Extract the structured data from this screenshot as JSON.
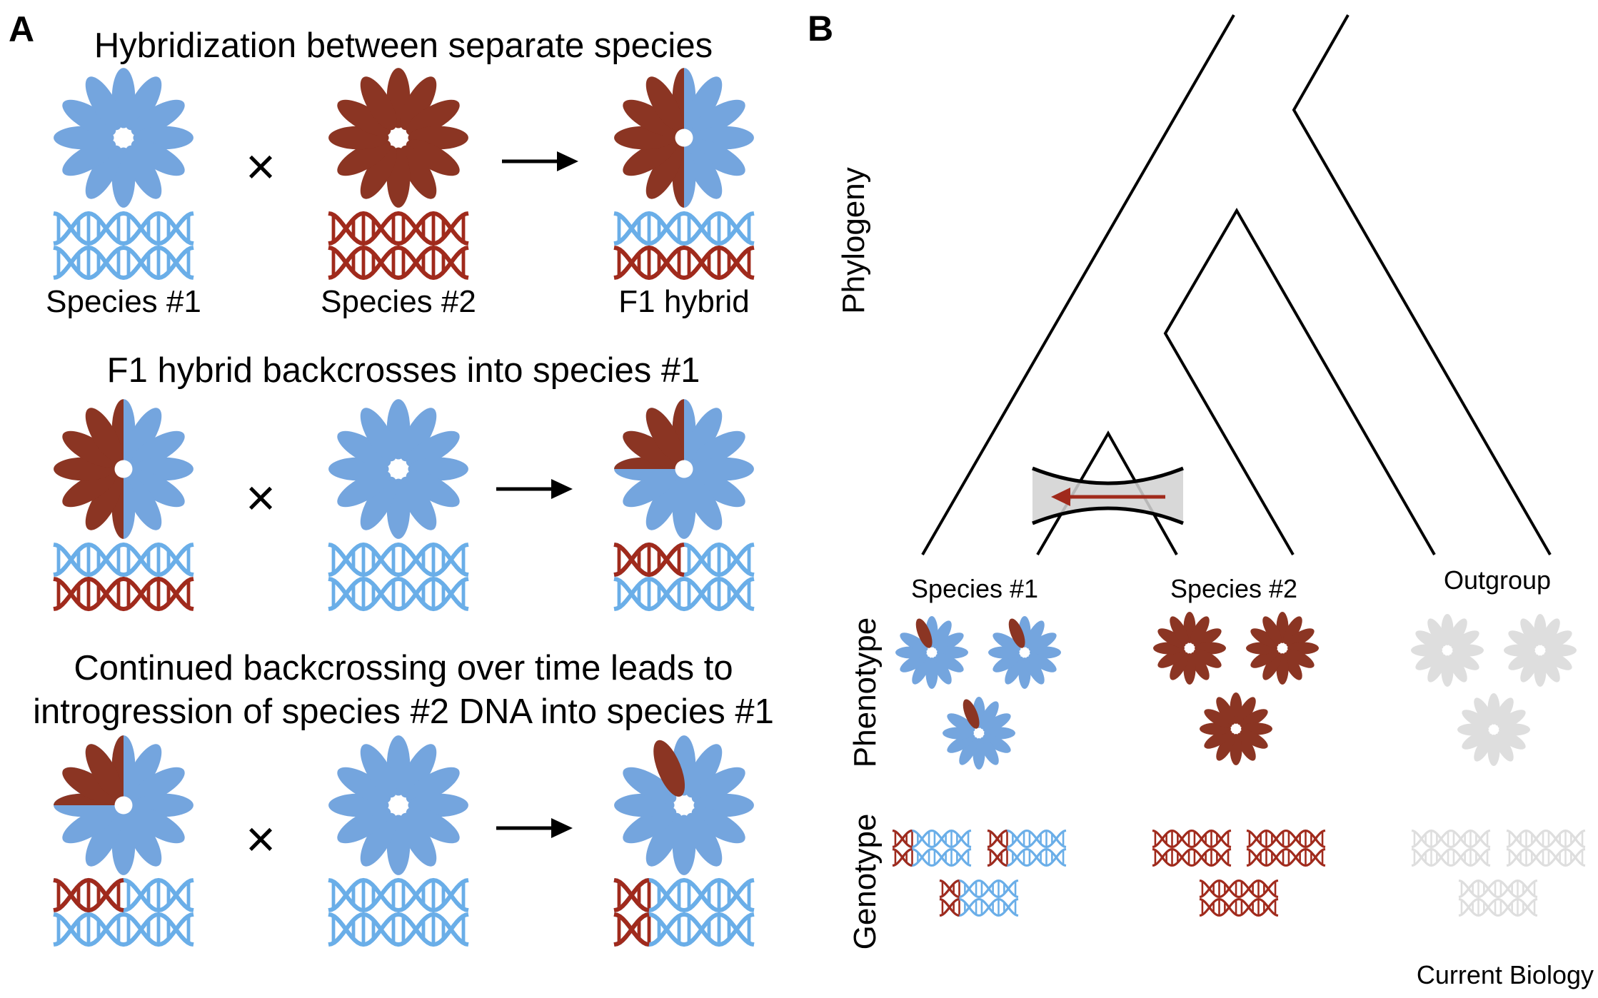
{
  "colors": {
    "species1_flower": "#74A5DE",
    "species2_flower": "#8B3523",
    "outgroup_flower": "#DEDEDE",
    "species1_dna": "#6AAEE8",
    "species2_dna": "#A02A1C",
    "outgroup_dna": "#DEDEDE",
    "gene_flow_band": "#D8D8D8",
    "gene_flow_arrow": "#A02A1C"
  },
  "panel_a": {
    "letter": "A",
    "rows": [
      {
        "heading": [
          "Hybridization between separate species"
        ],
        "operator": "×",
        "left": {
          "label": "Species #1",
          "flower": "species1",
          "dna": [
            "species1",
            "species1"
          ]
        },
        "middle": {
          "label": "Species #2",
          "flower": "species2",
          "dna": [
            "species2",
            "species2"
          ]
        },
        "right": {
          "label": "F1 hybrid",
          "flower": "half",
          "dna": [
            "species1",
            "species2"
          ]
        }
      },
      {
        "heading": [
          "F1 hybrid backcrosses into species #1"
        ],
        "operator": "×",
        "left": {
          "label": "",
          "flower": "half",
          "dna": [
            "species1",
            "species2"
          ]
        },
        "middle": {
          "label": "",
          "flower": "species1",
          "dna": [
            "species1",
            "species1"
          ]
        },
        "right": {
          "label": "",
          "flower": "quarter",
          "dna": [
            "segment-large",
            "species1"
          ]
        }
      },
      {
        "heading": [
          "Continued backcrossing over time leads to",
          "introgression of species #2 DNA into species #1"
        ],
        "operator": "×",
        "left": {
          "label": "",
          "flower": "quarter",
          "dna": [
            "segment-large",
            "species1"
          ]
        },
        "middle": {
          "label": "",
          "flower": "species1",
          "dna": [
            "species1",
            "species1"
          ]
        },
        "right": {
          "label": "",
          "flower": "one-petal",
          "dna": [
            "segment-small",
            "segment-small"
          ]
        }
      }
    ]
  },
  "panel_b": {
    "letter": "B",
    "axis_labels": {
      "phylogeny": "Phylogeny",
      "phenotype": "Phenotype",
      "genotype": "Genotype"
    },
    "taxa": [
      {
        "name": "Species #1",
        "flower": "one-petal",
        "dna": "segment-small",
        "count": 3
      },
      {
        "name": "Species #2",
        "flower": "species2",
        "dna": "species2",
        "count": 3
      },
      {
        "name": "Outgroup",
        "flower": "outgroup",
        "dna": "outgroup",
        "count": 3
      }
    ],
    "gene_flow": {
      "from": "Species #2",
      "to": "Species #1",
      "direction": "left"
    },
    "credit": "Current Biology"
  }
}
